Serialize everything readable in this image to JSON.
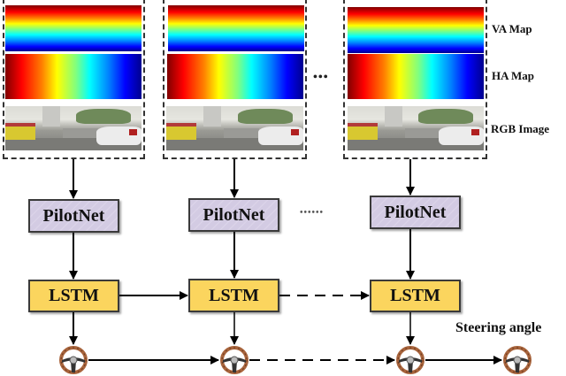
{
  "diagram": {
    "type": "pipeline",
    "frames": [
      {
        "id": "frame-1"
      },
      {
        "id": "frame-2"
      },
      {
        "id": "frame-3"
      }
    ],
    "frame_row_labels": {
      "va_map": "VA Map",
      "ha_map": "HA Map",
      "rgb_image": "RGB Image"
    },
    "frame_ellipsis": "•••",
    "pilotnet_nodes": [
      {
        "label": "PilotNet"
      },
      {
        "label": "PilotNet"
      },
      {
        "label": "PilotNet"
      }
    ],
    "pilotnet_ellipsis": "••••••",
    "lstm_nodes": [
      {
        "label": "LSTM"
      },
      {
        "label": "LSTM"
      },
      {
        "label": "LSTM"
      }
    ],
    "output_label": "Steering angle",
    "outputs": [
      {
        "icon": "steering-wheel-icon"
      },
      {
        "icon": "steering-wheel-icon"
      },
      {
        "icon": "steering-wheel-icon"
      },
      {
        "icon": "steering-wheel-icon"
      }
    ],
    "colors": {
      "pilotnet_fill": "#d3cbe3",
      "lstm_fill": "#fbd55e",
      "border": "#3a3a3a",
      "arrow": "#000000"
    },
    "edges": [
      {
        "from": "frame-1",
        "to": "pilotnet-1",
        "style": "solid"
      },
      {
        "from": "frame-2",
        "to": "pilotnet-2",
        "style": "solid"
      },
      {
        "from": "frame-3",
        "to": "pilotnet-3",
        "style": "solid"
      },
      {
        "from": "pilotnet-1",
        "to": "lstm-1",
        "style": "solid"
      },
      {
        "from": "pilotnet-2",
        "to": "lstm-2",
        "style": "solid"
      },
      {
        "from": "pilotnet-3",
        "to": "lstm-3",
        "style": "solid"
      },
      {
        "from": "lstm-1",
        "to": "lstm-2",
        "style": "solid"
      },
      {
        "from": "lstm-2",
        "to": "lstm-3",
        "style": "dashed"
      },
      {
        "from": "lstm-1",
        "to": "wheel-1",
        "style": "solid"
      },
      {
        "from": "lstm-2",
        "to": "wheel-2",
        "style": "solid"
      },
      {
        "from": "lstm-3",
        "to": "wheel-3",
        "style": "solid"
      },
      {
        "from": "wheel-1",
        "to": "wheel-2",
        "style": "solid"
      },
      {
        "from": "wheel-2",
        "to": "wheel-3",
        "style": "dashed"
      },
      {
        "from": "wheel-3",
        "to": "wheel-4",
        "style": "solid"
      }
    ]
  }
}
